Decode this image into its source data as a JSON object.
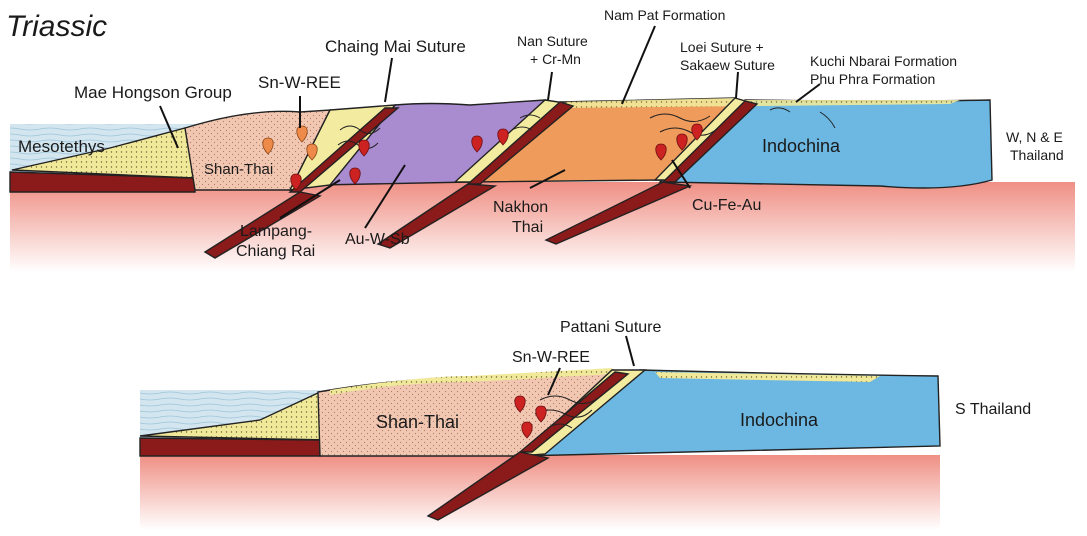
{
  "title": "Triassic",
  "panels": [
    {
      "id": "top",
      "labels": {
        "mesotethys": "Mesotethys",
        "mae_hongson": "Mae Hongson Group",
        "sn_w_ree": "Sn-W-REE",
        "chiang_mai_suture": "Chaing Mai Suture",
        "nan_suture_1": "Nan Suture",
        "nan_suture_2": "+ Cr-Mn",
        "nam_pat": "Nam Pat Formation",
        "loei_1": "Loei Suture +",
        "loei_2": "Sakaew Suture",
        "kuchi": "Kuchi Nbarai Formation",
        "phu_phra": "Phu Phra Formation",
        "shan_thai": "Shan-Thai",
        "indochina": "Indochina",
        "region_1": "W, N & E",
        "region_2": "Thailand",
        "lampang_1": "Lampang-",
        "lampang_2": "Chiang Rai",
        "au_w_sb": "Au-W-Sb",
        "nakhon_1": "Nakhon",
        "nakhon_2": "Thai",
        "cu_fe_au": "Cu-Fe-Au"
      }
    },
    {
      "id": "bottom",
      "labels": {
        "pattani_suture": "Pattani Suture",
        "sn_w_ree": "Sn-W-REE",
        "shan_thai": "Shan-Thai",
        "indochina": "Indochina",
        "region": "S Thailand"
      }
    }
  ],
  "colors": {
    "shan_thai": "#f1c7b2",
    "indochina": "#6cb8e3",
    "lampang": "#a98bd0",
    "nakhon": "#ee9b5c",
    "slab": "#8b1a1a",
    "sediment": "#f3eca0",
    "mantle": "#f3a9a0",
    "ocean": "#cfe4ef",
    "ore_red": "#cc2222",
    "ore_orange": "#ee8a4a"
  }
}
